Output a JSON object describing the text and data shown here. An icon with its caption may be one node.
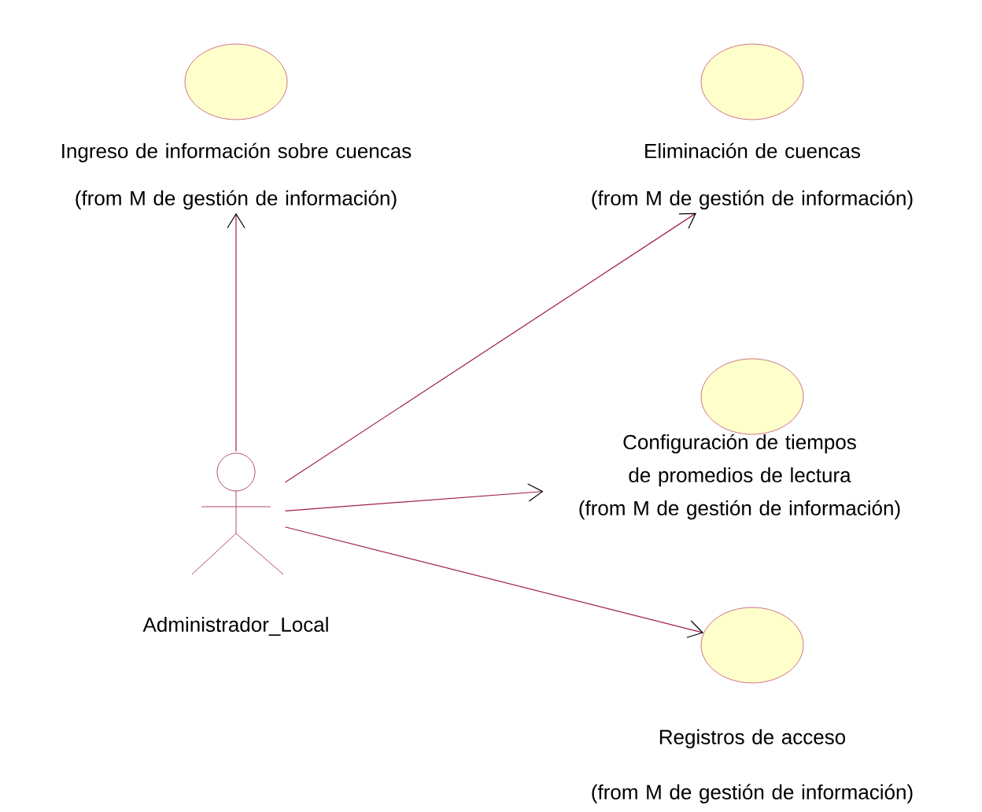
{
  "diagram": {
    "nodes": [
      {
        "text": [
          "Administrador_Local"
        ]
      },
      {
        "text": [
          "Ingreso de información sobre cuencas",
          "(from M de gestión de información)"
        ]
      },
      {
        "text": [
          "Eliminación de cuencas",
          "(from M de gestión de información)"
        ]
      },
      {
        "text": [
          "Configuración de tiempos de promedios de lectura",
          "(from M de gestión de información)"
        ]
      },
      {
        "text": [
          "Registros de acceso",
          "(from M de gestión de información)"
        ]
      }
    ],
    "edges": [
      {
        "from": 0,
        "to": 1,
        "arrow": "to"
      },
      {
        "from": 0,
        "to": 2,
        "arrow": "to"
      },
      {
        "from": 0,
        "to": 3,
        "arrow": "to"
      },
      {
        "from": 0,
        "to": 4,
        "arrow": "to"
      }
    ]
  }
}
